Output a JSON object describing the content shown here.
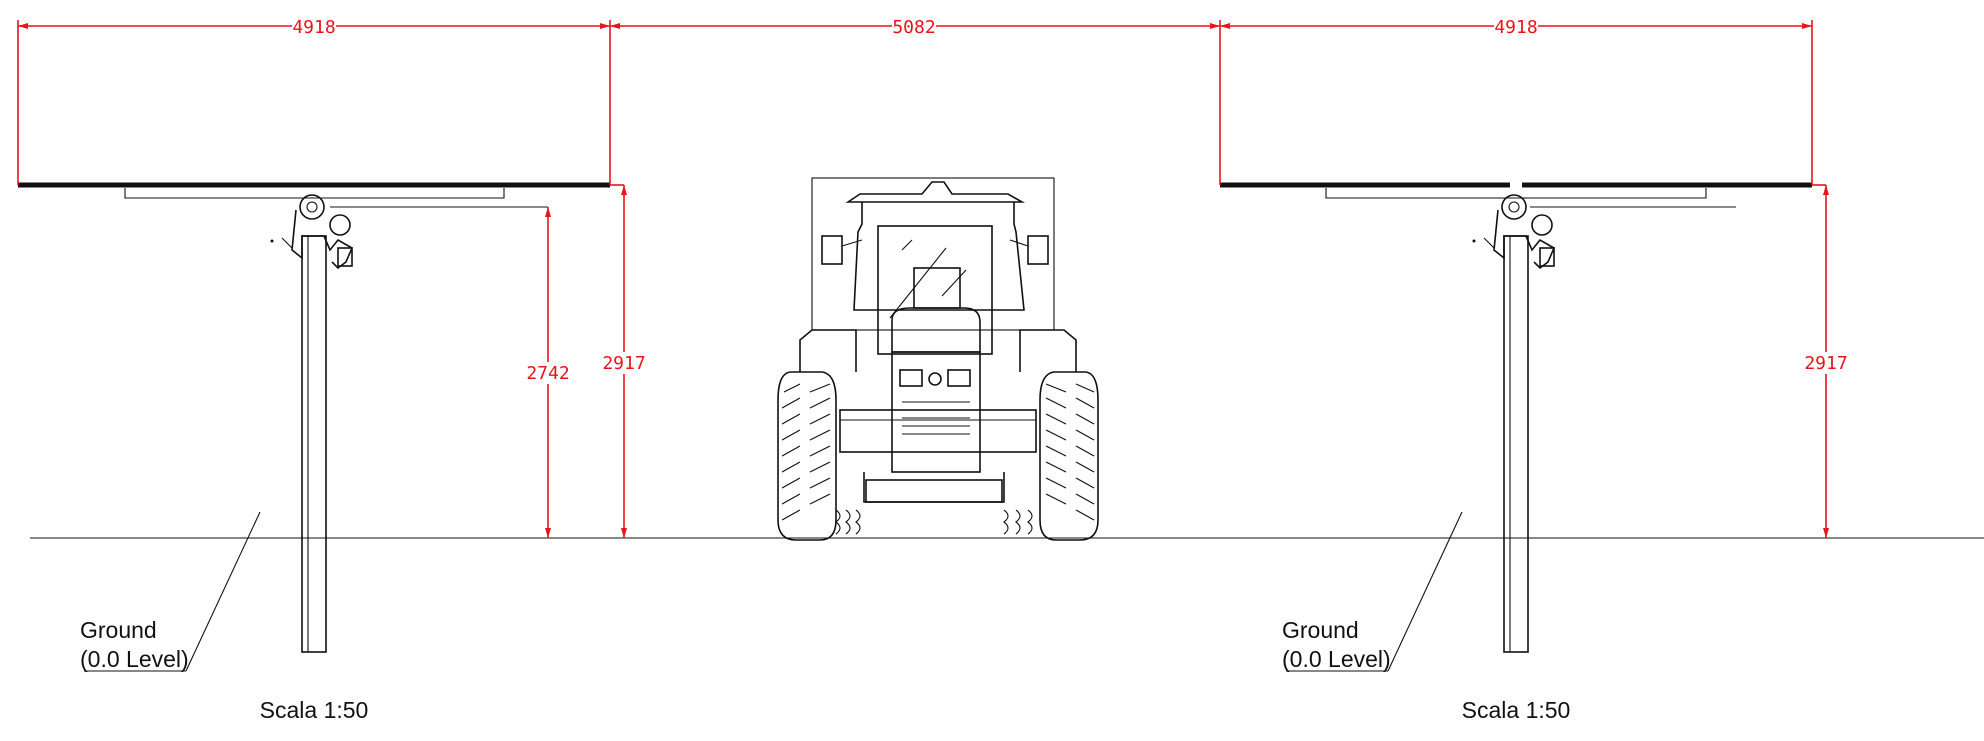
{
  "drawing": {
    "dimensions": {
      "left_panel_width": "4918",
      "aisle_width": "5082",
      "right_panel_width": "4918",
      "left_inner_height": "2742",
      "left_panel_height": "2917",
      "right_panel_height": "2917"
    },
    "ground_label_left": {
      "line1": "Ground",
      "line2": "(0.0 Level)"
    },
    "ground_label_right": {
      "line1": "Ground",
      "line2": "(0.0 Level)"
    },
    "scale_left": "Scala 1:50",
    "scale_right": "Scala 1:50",
    "colors": {
      "dimension": "#e8141b",
      "ink": "#111111",
      "background": "#ffffff"
    },
    "elements": [
      "solar-tracker-left",
      "tractor-front-view",
      "solar-tracker-right"
    ]
  }
}
